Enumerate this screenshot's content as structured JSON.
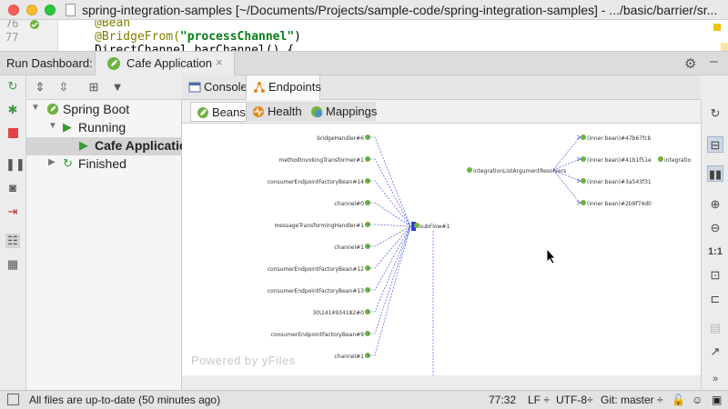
{
  "window": {
    "title": "spring-integration-samples [~/Documents/Projects/sample-code/spring-integration-samples] - .../basic/barrier/sr..."
  },
  "editor": {
    "lines": [
      {
        "number": "76",
        "code": "@Bean"
      },
      {
        "number": "77",
        "code_prefix": "@BridgeFrom(",
        "code_string": "\"processChannel\"",
        "code_suffix": ")"
      },
      {
        "number": "",
        "code": "DirectChannel barChannel() {"
      }
    ]
  },
  "run_dashboard": {
    "label": "Run Dashboard:",
    "tab_label": "Cafe Application",
    "close_glyph": "×"
  },
  "tree": {
    "items": [
      {
        "label": "Spring Boot",
        "level": 0,
        "expanded": true
      },
      {
        "label": "Running",
        "level": 1,
        "expanded": true
      },
      {
        "label": "Cafe Application",
        "level": 2,
        "selected": true
      },
      {
        "label": "Finished",
        "level": 1,
        "expanded": false
      }
    ]
  },
  "main_tabs": [
    {
      "label": "Console",
      "active": false
    },
    {
      "label": "Endpoints",
      "active": true
    }
  ],
  "sub_tabs": [
    {
      "label": "Beans",
      "active": true
    },
    {
      "label": "Health",
      "active": false
    },
    {
      "label": "Mappings",
      "active": false
    }
  ],
  "graph": {
    "watermark": "Powered by yFiles",
    "hub_label": "subFlow#1",
    "left_nodes": [
      "bridgeHandler#6",
      "methodInvokingTransformer#1",
      "consumerEndpointFactoryBean#14",
      "channel#0",
      "messageTransformingHandler#1",
      "channel#1",
      "consumerEndpointFactoryBean#12",
      "consumerEndpointFactoryBean#13",
      "30\\1414934182#0",
      "consumerEndpointFactoryBean#9",
      "channel#1"
    ],
    "resolvers_label": "integrationListArgumentResolvers",
    "inner_beans": [
      "(inner bean)#47b67fcb",
      "(inner bean)#41b1f51e",
      "(inner bean)#3a543f31",
      "(inner bean)#2b9f74d0"
    ],
    "right_edge_label": "integratio"
  },
  "status": {
    "message": "All files are up-to-date (50 minutes ago)",
    "position": "77:32",
    "line_sep": "LF ÷",
    "encoding": "UTF-8÷",
    "vcs": "Git: master ÷"
  },
  "colors": {
    "spring_green": "#6db33f",
    "run_green": "#3a9a3a",
    "edge_blue": "#2b3fd6",
    "selection": "#d4d4d4"
  }
}
